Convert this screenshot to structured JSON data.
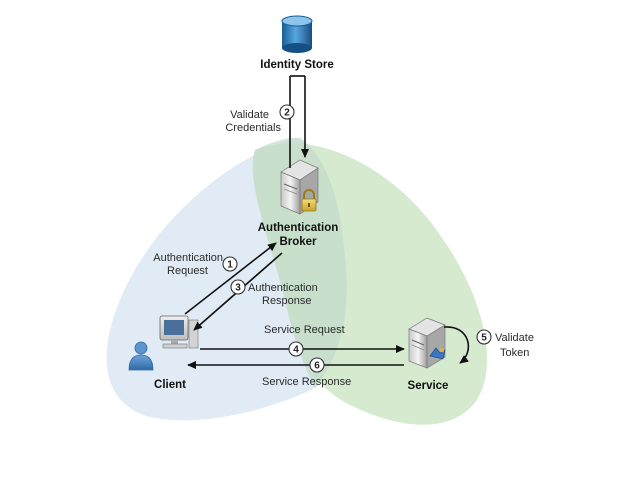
{
  "nodes": {
    "identity_store": "Identity Store",
    "auth_broker_line1": "Authentication",
    "auth_broker_line2": "Broker",
    "client": "Client",
    "service": "Service"
  },
  "steps": [
    {
      "num": "1",
      "line1": "Authentication",
      "line2": "Request"
    },
    {
      "num": "2",
      "line1": "Validate",
      "line2": "Credentials"
    },
    {
      "num": "3",
      "line1": "Authentication",
      "line2": "Response"
    },
    {
      "num": "4",
      "line1": "Service Request"
    },
    {
      "num": "5",
      "line1": "Validate",
      "line2": "Token"
    },
    {
      "num": "6",
      "line1": "Service Response"
    }
  ],
  "colors": {
    "trust_zone_blue": "#dbe8f3",
    "trust_zone_green": "#cfe6c8",
    "arrow": "#111111"
  }
}
